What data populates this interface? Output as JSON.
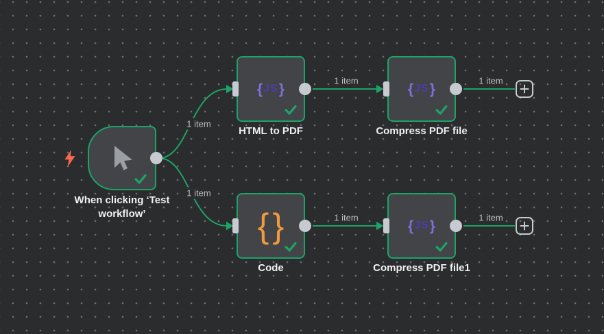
{
  "app": "workflow-canvas",
  "colors": {
    "canvas_background": "#2b2c2d",
    "grid_dot": "#6a6c6e",
    "node_fill": "#424447",
    "success_green": "#1da368",
    "port_gray": "#c7cbd1",
    "node_label_text": "#eef0f2",
    "edge_label_text": "#bcbec1",
    "js_brace_purple": "#7e70dc",
    "js_text_purple": "#4c3da8",
    "code_brace_orange": "#f09a3d",
    "trigger_bolt_red": "#f4694f",
    "cursor_gray": "#9b9ea3"
  },
  "icons": {
    "js": {
      "open": "{",
      "label": "JS",
      "close": "}"
    },
    "code": {
      "open": "{",
      "close": "}"
    }
  },
  "nodes": [
    {
      "id": "trigger",
      "type": "manual-trigger",
      "label": "When clicking ‘Test workflow’",
      "status": "success"
    },
    {
      "id": "html-to-pdf",
      "type": "js-node",
      "label": "HTML to PDF",
      "status": "success"
    },
    {
      "id": "compress-pdf-file",
      "type": "js-node",
      "label": "Compress PDF file",
      "status": "success"
    },
    {
      "id": "code",
      "type": "code-node",
      "label": "Code",
      "status": "success"
    },
    {
      "id": "compress-pdf-file1",
      "type": "js-node",
      "label": "Compress PDF file1",
      "status": "success"
    }
  ],
  "edges": [
    {
      "from": "trigger",
      "to": "html-to-pdf",
      "label": "1 item"
    },
    {
      "from": "trigger",
      "to": "code",
      "label": "1 item"
    },
    {
      "from": "html-to-pdf",
      "to": "compress-pdf-file",
      "label": "1 item"
    },
    {
      "from": "compress-pdf-file",
      "to": "add-node-top",
      "label": "1 item"
    },
    {
      "from": "code",
      "to": "compress-pdf-file1",
      "label": "1 item"
    },
    {
      "from": "compress-pdf-file1",
      "to": "add-node-bottom",
      "label": "1 item"
    }
  ],
  "add_buttons": [
    {
      "id": "add-node-top",
      "icon": "plus"
    },
    {
      "id": "add-node-bottom",
      "icon": "plus"
    }
  ]
}
